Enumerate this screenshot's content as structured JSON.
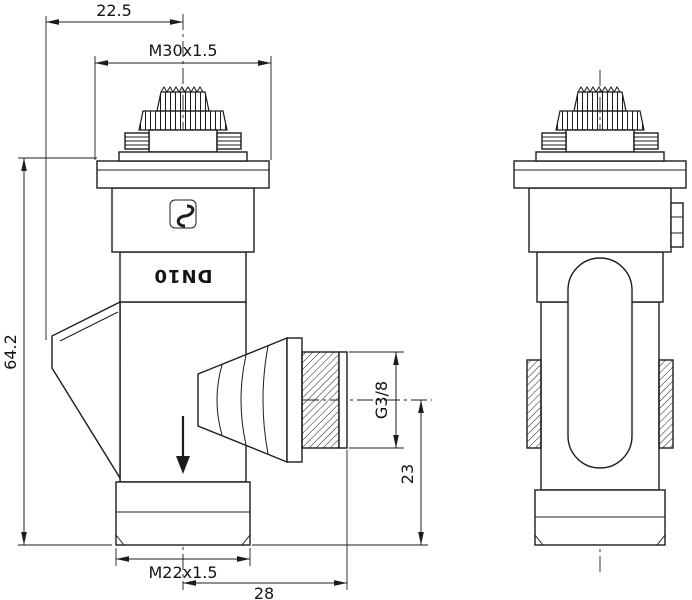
{
  "drawing": {
    "type": "technical-dimension-drawing",
    "views": [
      "front-view",
      "side-view"
    ],
    "dimensions": {
      "top_offset": "22.5",
      "head_thread": "M30x1.5",
      "overall_height": "64.2",
      "outlet_thread": "G3/8",
      "outlet_axis_to_bottom": "23",
      "bottom_thread": "M22x1.5",
      "axis_to_outlet_end": "28"
    },
    "markings": {
      "body": "DN10"
    },
    "colors": {
      "line": "#1c1c1c",
      "background": "#ffffff"
    }
  }
}
